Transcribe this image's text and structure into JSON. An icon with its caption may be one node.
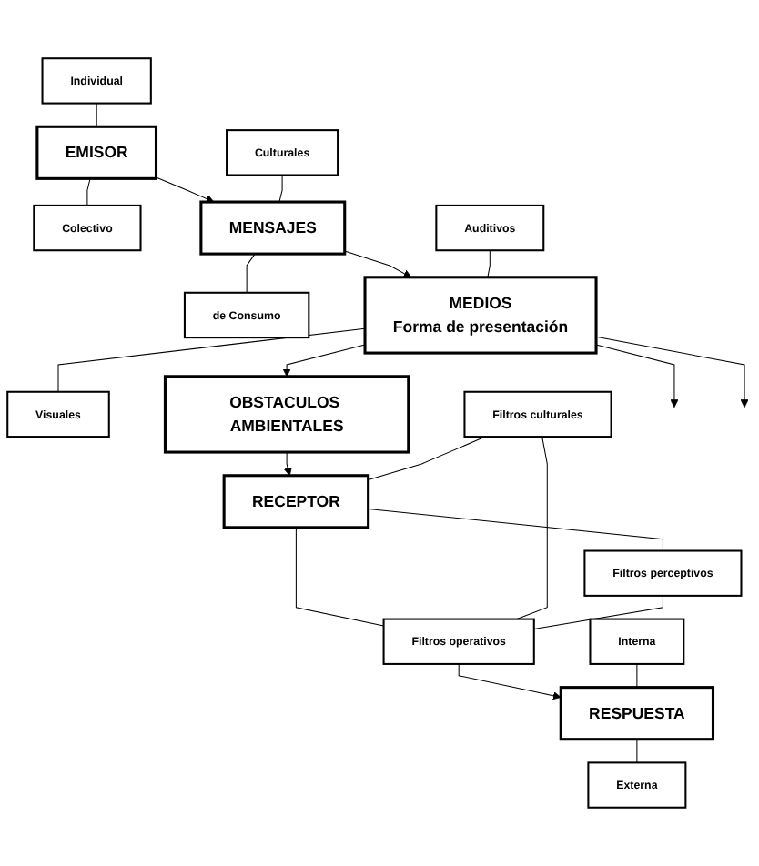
{
  "diagram": {
    "nodes": [
      {
        "text": [
          "Individual"
        ]
      },
      {
        "text": [
          "EMISOR"
        ]
      },
      {
        "text": [
          "Colectivo"
        ]
      },
      {
        "text": [
          "Culturales"
        ]
      },
      {
        "text": [
          "MENSAJES"
        ]
      },
      {
        "text": [
          "de Consumo"
        ]
      },
      {
        "text": [
          "Auditivos"
        ]
      },
      {
        "text": [
          "MEDIOS",
          "Forma de presentación"
        ]
      },
      {
        "text": [
          "Visuales"
        ]
      },
      {
        "text": [
          "OBSTACULOS AMBIENTALES"
        ]
      },
      {
        "text": [
          "Filtros culturales"
        ]
      },
      {
        "text": [
          "RECEPTOR"
        ]
      },
      {
        "text": [
          "Filtros perceptivos"
        ]
      },
      {
        "text": [
          "Filtros operativos"
        ]
      },
      {
        "text": [
          "Interna"
        ]
      },
      {
        "text": [
          "RESPUESTA"
        ]
      },
      {
        "text": [
          "Externa"
        ]
      }
    ],
    "edges": [
      {
        "from": 0,
        "to": 1,
        "arrow": "none"
      },
      {
        "from": 1,
        "to": 2,
        "arrow": "none"
      },
      {
        "from": 1,
        "to": 4,
        "arrow": "to"
      },
      {
        "from": 3,
        "to": 4,
        "arrow": "none"
      },
      {
        "from": 4,
        "to": 5,
        "arrow": "none"
      },
      {
        "from": 4,
        "to": 7,
        "arrow": "to"
      },
      {
        "from": 6,
        "to": 7,
        "arrow": "none"
      },
      {
        "from": 7,
        "to": 8,
        "arrow": "none"
      },
      {
        "from": 7,
        "to": null,
        "arrow": "to"
      },
      {
        "from": 7,
        "to": 9,
        "arrow": "to"
      },
      {
        "from": 7,
        "to": null,
        "arrow": "to"
      },
      {
        "from": 9,
        "to": 11,
        "arrow": "to"
      },
      {
        "from": 10,
        "to": 11,
        "arrow": "none"
      },
      {
        "from": 11,
        "to": 12,
        "arrow": "none"
      },
      {
        "from": 11,
        "to": 13,
        "arrow": "none"
      },
      {
        "from": 10,
        "to": 13,
        "arrow": "none"
      },
      {
        "from": 12,
        "to": 13,
        "arrow": "none"
      },
      {
        "from": 13,
        "to": 15,
        "arrow": "to"
      },
      {
        "from": 14,
        "to": 15,
        "arrow": "none"
      },
      {
        "from": 15,
        "to": 16,
        "arrow": "none"
      }
    ]
  }
}
